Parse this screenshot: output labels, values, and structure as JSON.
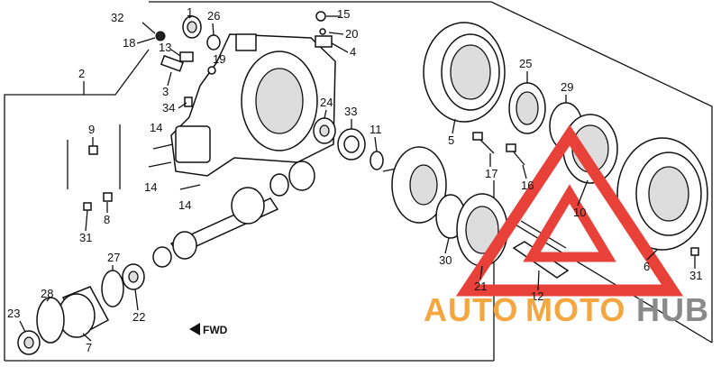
{
  "labels": {
    "l1": "1",
    "l2": "2",
    "l3": "3",
    "l4": "4",
    "l5": "5",
    "l6": "6",
    "l7": "7",
    "l8": "8",
    "l9": "9",
    "l10": "10",
    "l11": "11",
    "l12": "12",
    "l13": "13",
    "l14a": "14",
    "l14b": "14",
    "l14c": "14",
    "l15": "15",
    "l16": "16",
    "l17": "17",
    "l18": "18",
    "l19": "19",
    "l20": "20",
    "l21": "21",
    "l22": "22",
    "l23": "23",
    "l24": "24",
    "l25": "25",
    "l26": "26",
    "l27": "27",
    "l28": "28",
    "l29": "29",
    "l30": "30",
    "l31a": "31",
    "l31b": "31",
    "l32": "32",
    "l33": "33",
    "l34": "34"
  },
  "fwd_label": "FWD",
  "watermark": {
    "auto": "AUTO",
    "moto": "MOTO",
    "hub": "HUB"
  },
  "colors": {
    "watermark_red": "#e8413a",
    "watermark_orange": "#f4a640",
    "watermark_gray": "#8a8a8a"
  }
}
